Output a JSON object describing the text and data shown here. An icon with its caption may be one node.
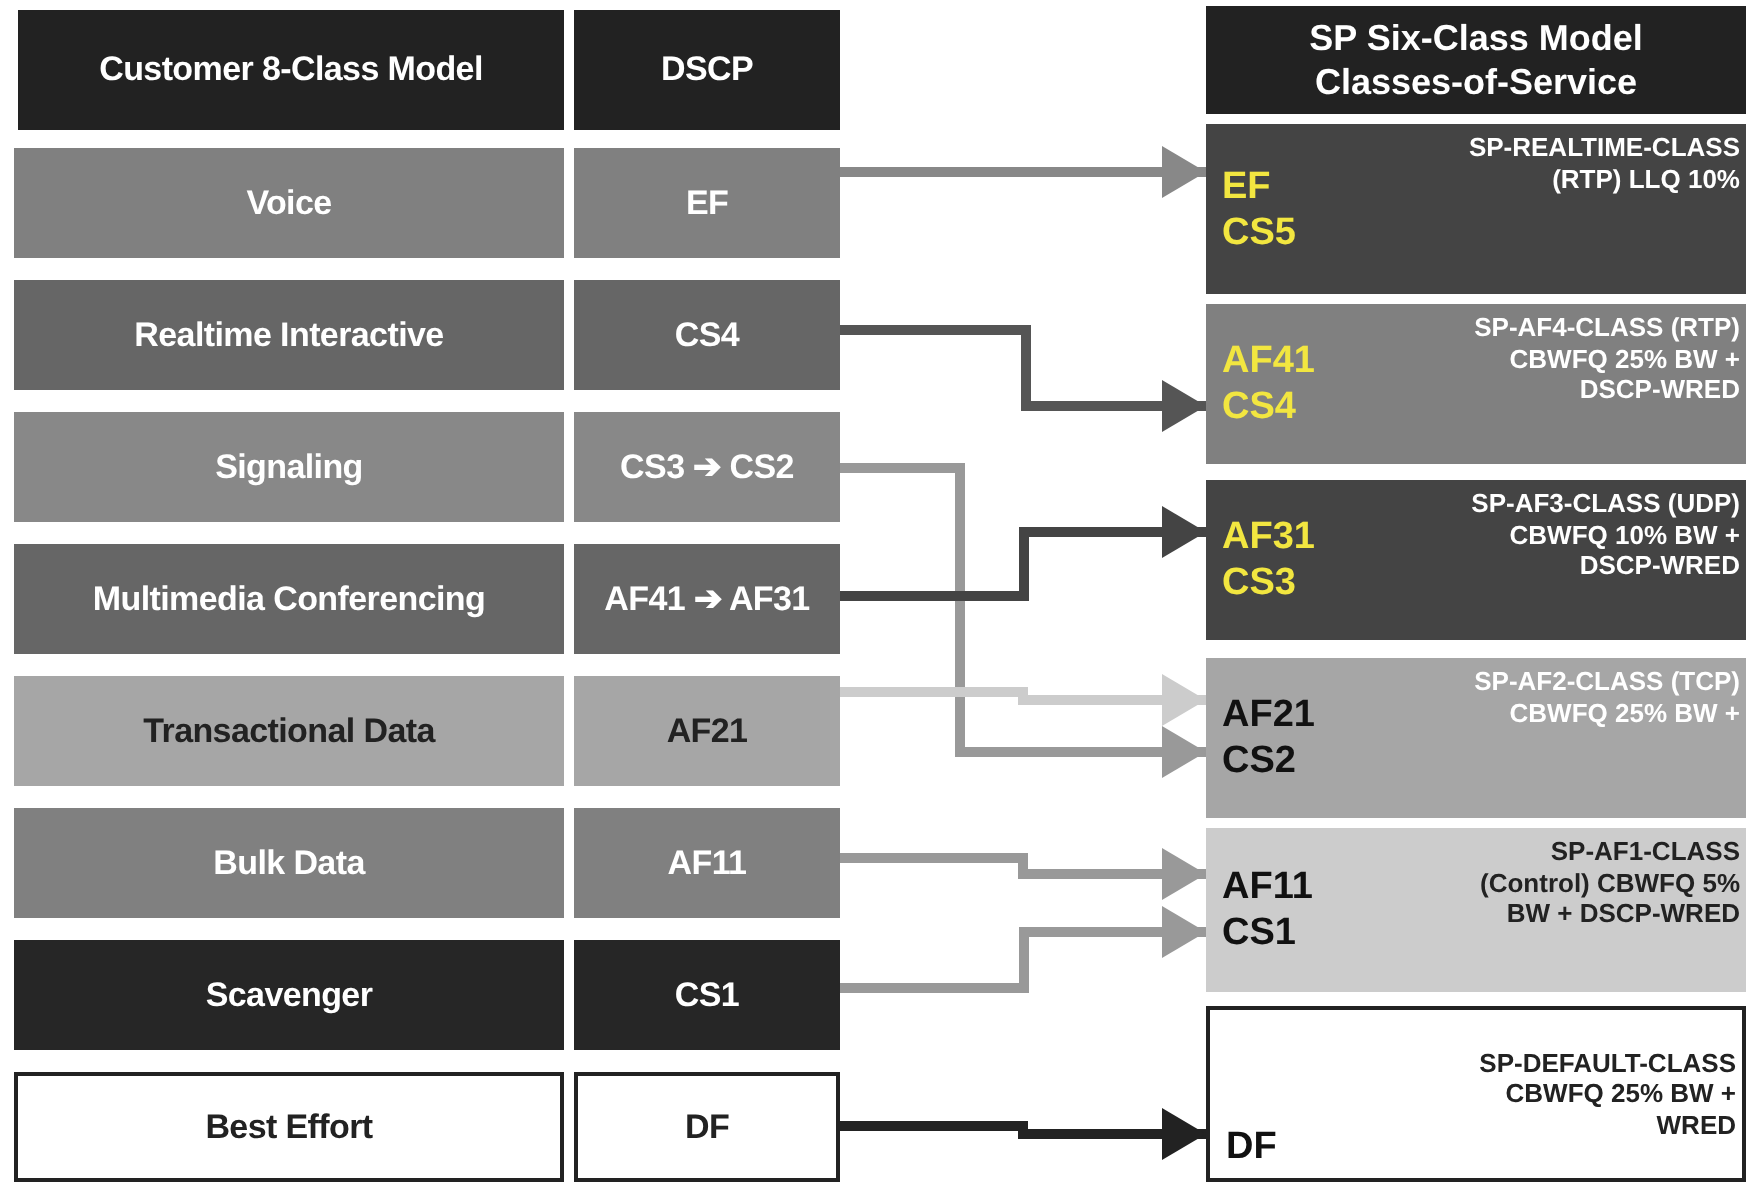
{
  "diagram": {
    "nodes": [
      {
        "text": [
          "Customer 8-Class Model"
        ]
      },
      {
        "text": [
          "DSCP"
        ]
      },
      {
        "text": [
          "Voice"
        ]
      },
      {
        "text": [
          "EF"
        ]
      },
      {
        "text": [
          "Realtime Interactive"
        ]
      },
      {
        "text": [
          "CS4"
        ]
      },
      {
        "text": [
          "Signaling"
        ]
      },
      {
        "text": [
          "CS3 ➔ CS2"
        ]
      },
      {
        "text": [
          "Multimedia Conferencing"
        ]
      },
      {
        "text": [
          "AF41 ➔ AF31"
        ]
      },
      {
        "text": [
          "Transactional Data"
        ]
      },
      {
        "text": [
          "AF21"
        ]
      },
      {
        "text": [
          "Bulk Data"
        ]
      },
      {
        "text": [
          "AF11"
        ]
      },
      {
        "text": [
          "Scavenger"
        ]
      },
      {
        "text": [
          "CS1"
        ]
      },
      {
        "text": [
          "Best Effort"
        ]
      },
      {
        "text": [
          "DF"
        ]
      },
      {
        "text": [
          "SP Six-Class Model Classes-of-Service"
        ]
      },
      {
        "text": [
          "EF CS5",
          "SP-REALTIME-CLASS (RTP) LLQ 10%"
        ]
      },
      {
        "text": [
          "AF41 CS4",
          "SP-AF4-CLASS (RTP) CBWFQ 25% BW + DSCP-WRED"
        ]
      },
      {
        "text": [
          "AF31 CS3",
          "SP-AF3-CLASS (UDP) CBWFQ 10% BW + DSCP-WRED"
        ]
      },
      {
        "text": [
          "AF21 CS2",
          "SP-AF2-CLASS (TCP) CBWFQ 25% BW +"
        ]
      },
      {
        "text": [
          "AF11 CS1",
          "SP-AF1-CLASS (Control) CBWFQ 5% BW + DSCP-WRED"
        ]
      },
      {
        "text": [
          "DF",
          "SP-DEFAULT-CLASS CBWFQ 25% BW + WRED"
        ]
      }
    ],
    "edges": [
      {
        "from": 3,
        "to": 19,
        "arrow": "to",
        "color": "#888888"
      },
      {
        "from": 5,
        "to": 20,
        "arrow": "to",
        "color": "#555555"
      },
      {
        "from": 7,
        "to": 22,
        "arrow": "to",
        "color": "#999999"
      },
      {
        "from": 9,
        "to": 21,
        "arrow": "to",
        "color": "#444444"
      },
      {
        "from": 11,
        "to": 22,
        "arrow": "to",
        "color": "#cccccc"
      },
      {
        "from": 13,
        "to": 23,
        "arrow": "to",
        "color": "#999999"
      },
      {
        "from": 15,
        "to": 23,
        "arrow": "to",
        "color": "#999999"
      },
      {
        "from": 17,
        "to": 24,
        "arrow": "to",
        "color": "#222222"
      }
    ]
  }
}
